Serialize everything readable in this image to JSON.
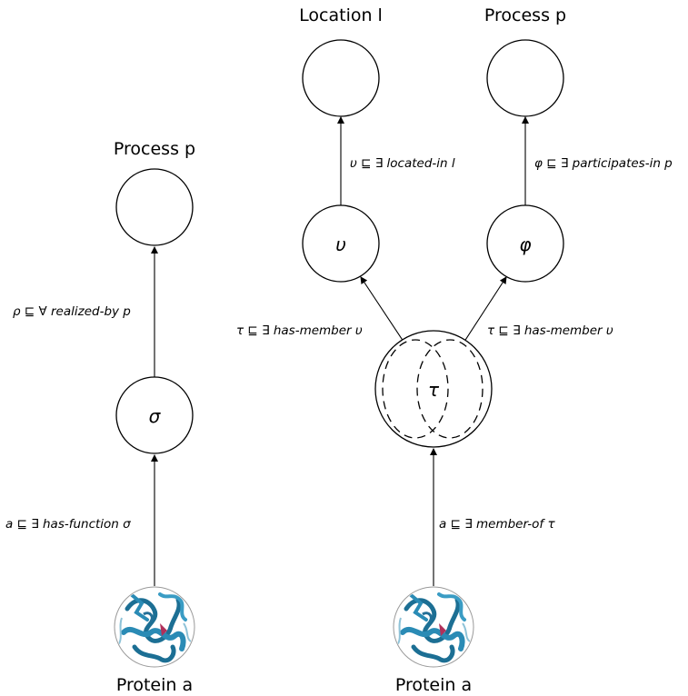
{
  "left_panel": {
    "top_node_title": "Process p",
    "edge_upper_label": "ρ ⊑ ∀ realized-by p",
    "sigma_symbol": "σ",
    "edge_lower_label": "a ⊑ ∃ has-function σ",
    "protein_label": "Protein a"
  },
  "right_panel": {
    "location_title": "Location l",
    "process_title": "Process p",
    "edge_location_label": "υ ⊑ ∃ located-in l",
    "edge_process_label": "φ ⊑ ∃ participates-in p",
    "upsilon_symbol": "υ",
    "phi_symbol": "φ",
    "edge_tau_left_label": "τ ⊑ ∃ has-member υ",
    "edge_tau_right_label": "τ ⊑ ∃ has-member υ",
    "tau_symbol": "τ",
    "edge_member_label": "a ⊑ ∃ member-of τ",
    "protein_label": "Protein a"
  },
  "colors": {
    "protein_main": "#2a8bb5",
    "protein_dark": "#1c6f94",
    "protein_accent": "#b0305a"
  },
  "icons": {
    "protein": "protein-structure-icon"
  }
}
